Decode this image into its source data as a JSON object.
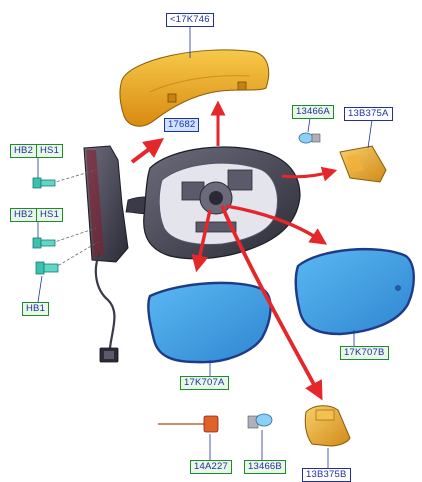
{
  "diagram": {
    "labels": {
      "cover": "<17K746",
      "housing": "17682",
      "bulb_upper": "13466A",
      "lamp_upper": "13B375A",
      "hb2_upper": "HB2",
      "hs1_upper": "HS1",
      "hb2_lower": "HB2",
      "hs1_lower": "HS1",
      "hb1": "HB1",
      "glass_left": "17K707A",
      "glass_right": "17K707B",
      "wire": "14A227",
      "bulb_lower": "13466B",
      "lamp_lower": "13B375B"
    },
    "colors": {
      "label_border_blue": "#1f2fa8",
      "label_border_green": "#1f8a2e",
      "arrow_red": "#e5262a",
      "cover_orange": "#e8a21a",
      "glass_blue": "#3aa0e6",
      "housing_gray": "#3f3f4d",
      "bolt_teal": "#3cc0b0"
    }
  }
}
